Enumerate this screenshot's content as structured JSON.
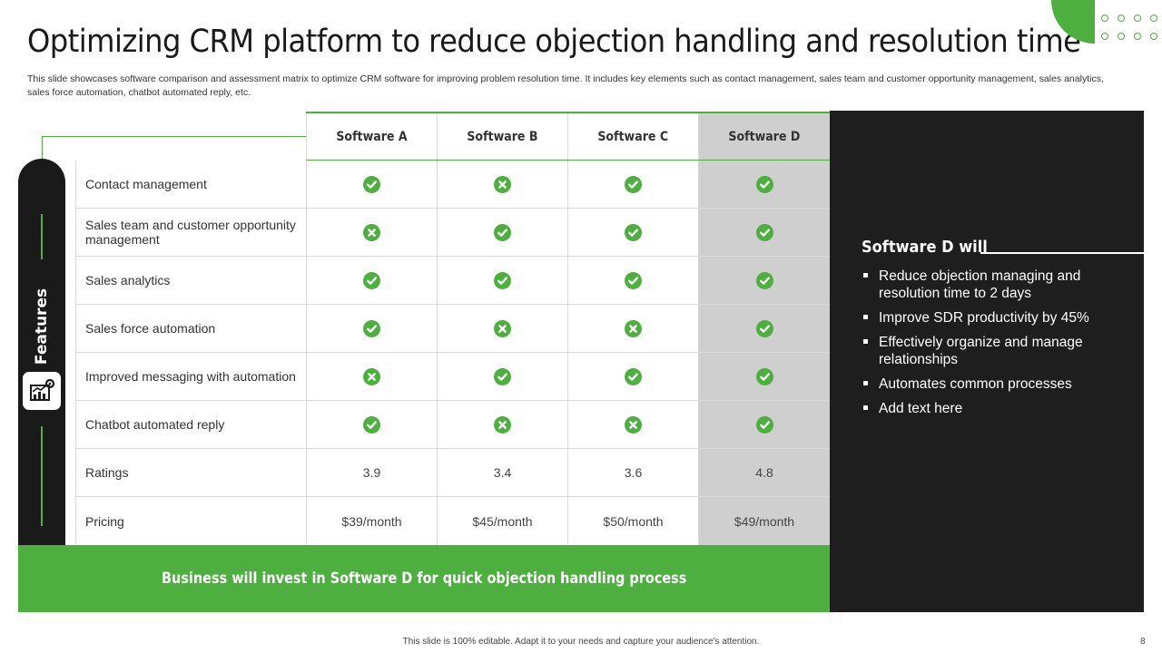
{
  "title": "Optimizing CRM platform to reduce objection handling and resolution time",
  "subtitle": "This slide showcases software comparison and assessment matrix to optimize CRM software for improving problem resolution time. It includes key elements such as contact management, sales team and customer opportunity management, sales analytics, sales force automation, chatbot automated reply, etc.",
  "colors": {
    "accent": "#4caf3e",
    "dark": "#1e1e1e",
    "highlight_column": "#cfcfcf"
  },
  "sidebar": {
    "label": "Features",
    "icon": "chart-gear-icon"
  },
  "table": {
    "columns": [
      "Software A",
      "Software B",
      "Software C",
      "Software D"
    ],
    "rows": [
      {
        "feature": "Contact management",
        "values": [
          "check",
          "cross",
          "check",
          "check"
        ]
      },
      {
        "feature": "Sales team and customer opportunity management",
        "values": [
          "cross",
          "check",
          "check",
          "check"
        ]
      },
      {
        "feature": "Sales analytics",
        "values": [
          "check",
          "check",
          "check",
          "check"
        ]
      },
      {
        "feature": "Sales force automation",
        "values": [
          "check",
          "cross",
          "cross",
          "check"
        ]
      },
      {
        "feature": "Improved messaging with automation",
        "values": [
          "cross",
          "check",
          "check",
          "check"
        ]
      },
      {
        "feature": "Chatbot automated reply",
        "values": [
          "check",
          "cross",
          "cross",
          "check"
        ]
      },
      {
        "feature": "Ratings",
        "values": [
          "3.9",
          "3.4",
          "3.6",
          "4.8"
        ]
      },
      {
        "feature": "Pricing",
        "values": [
          "$39/month",
          "$45/month",
          "$50/month",
          "$49/month"
        ]
      }
    ]
  },
  "panel": {
    "heading": "Software D will",
    "bullets": [
      "Reduce objection managing and resolution time to 2 days",
      "Improve SDR productivity by 45%",
      "Effectively organize and manage relationships",
      "Automates common processes",
      "Add text here"
    ]
  },
  "banner": "Business will invest in Software D for quick objection handling process",
  "footer": {
    "note": "This slide is 100% editable. Adapt it to your needs and capture your audience's attention.",
    "page": "8"
  }
}
